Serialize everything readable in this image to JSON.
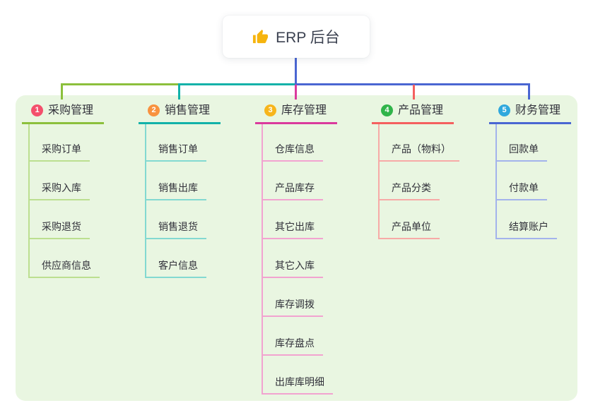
{
  "app": {
    "page_background": "#ffffff",
    "canvas_background": "#e9f6e1",
    "stem_color": "#4a66d2"
  },
  "root": {
    "icon": "thumbs-up-icon",
    "label": "ERP 后台"
  },
  "branches": [
    {
      "number": "1",
      "label": "采购管理",
      "colors": {
        "badge": "#f4506c",
        "line": "#8cc03c",
        "child_line": "#bcdf90"
      },
      "children": [
        "采购订单",
        "采购入库",
        "采购退货",
        "供应商信息"
      ]
    },
    {
      "number": "2",
      "label": "销售管理",
      "colors": {
        "badge": "#f8923f",
        "line": "#12b2a9",
        "child_line": "#83d9d1"
      },
      "children": [
        "销售订单",
        "销售出库",
        "销售退货",
        "客户信息"
      ]
    },
    {
      "number": "3",
      "label": "库存管理",
      "colors": {
        "badge": "#f7b51c",
        "line": "#da3a9d",
        "child_line": "#f2a3d0"
      },
      "children": [
        "仓库信息",
        "产品库存",
        "其它出库",
        "其它入库",
        "库存调拨",
        "库存盘点",
        "出库库明细"
      ]
    },
    {
      "number": "4",
      "label": "产品管理",
      "colors": {
        "badge": "#30b44a",
        "line": "#f4605f",
        "child_line": "#f7aaa7"
      },
      "children": [
        "产品（物料）",
        "产品分类",
        "产品单位"
      ]
    },
    {
      "number": "5",
      "label": "财务管理",
      "colors": {
        "badge": "#30a8dd",
        "line": "#4a66d2",
        "child_line": "#a3b3ec"
      },
      "children": [
        "回款单",
        "付款单",
        "结算账户"
      ]
    }
  ]
}
